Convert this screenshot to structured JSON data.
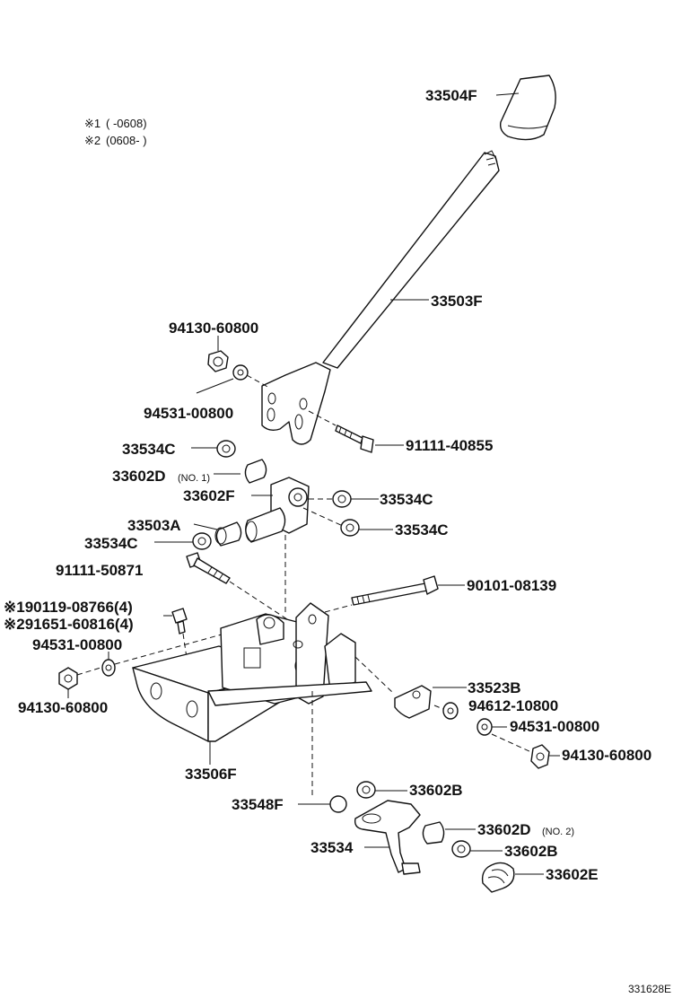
{
  "notes": [
    {
      "mark": "※1",
      "text": "(      -0608)"
    },
    {
      "mark": "※2",
      "text": "(0608-      )"
    }
  ],
  "labels": [
    {
      "id": "p33504F",
      "text": "33504F"
    },
    {
      "id": "p33503F",
      "text": "33503F"
    },
    {
      "id": "p94130_60800_a",
      "text": "94130-60800"
    },
    {
      "id": "p94531_00800_a",
      "text": "94531-00800"
    },
    {
      "id": "p91111_40855",
      "text": "91111-40855"
    },
    {
      "id": "p33534C_a",
      "text": "33534C"
    },
    {
      "id": "p33602D_no1",
      "text": "33602D",
      "suffix": "(NO. 1)"
    },
    {
      "id": "p33602F",
      "text": "33602F"
    },
    {
      "id": "p33534C_b",
      "text": "33534C"
    },
    {
      "id": "p33503A",
      "text": "33503A"
    },
    {
      "id": "p33534C_c",
      "text": "33534C"
    },
    {
      "id": "p33534C_d",
      "text": "33534C"
    },
    {
      "id": "p91111_50871",
      "text": "91111-50871"
    },
    {
      "id": "p90101_08139",
      "text": "90101-08139"
    },
    {
      "id": "p90119_08766",
      "text": "※190119-08766(4)"
    },
    {
      "id": "p91651_60816",
      "text": "※291651-60816(4)"
    },
    {
      "id": "p94531_00800_b",
      "text": "94531-00800"
    },
    {
      "id": "p94130_60800_b",
      "text": "94130-60800"
    },
    {
      "id": "p33523B",
      "text": "33523B"
    },
    {
      "id": "p94612_10800",
      "text": "94612-10800"
    },
    {
      "id": "p94531_00800_c",
      "text": "94531-00800"
    },
    {
      "id": "p94130_60800_c",
      "text": "94130-60800"
    },
    {
      "id": "p33506F",
      "text": "33506F"
    },
    {
      "id": "p33548F",
      "text": "33548F"
    },
    {
      "id": "p33602B_a",
      "text": "33602B"
    },
    {
      "id": "p33602D_no2",
      "text": "33602D",
      "suffix": "(NO. 2)"
    },
    {
      "id": "p33534",
      "text": "33534"
    },
    {
      "id": "p33602B_b",
      "text": "33602B"
    },
    {
      "id": "p33602E",
      "text": "33602E"
    }
  ],
  "figure_code": "331628E"
}
